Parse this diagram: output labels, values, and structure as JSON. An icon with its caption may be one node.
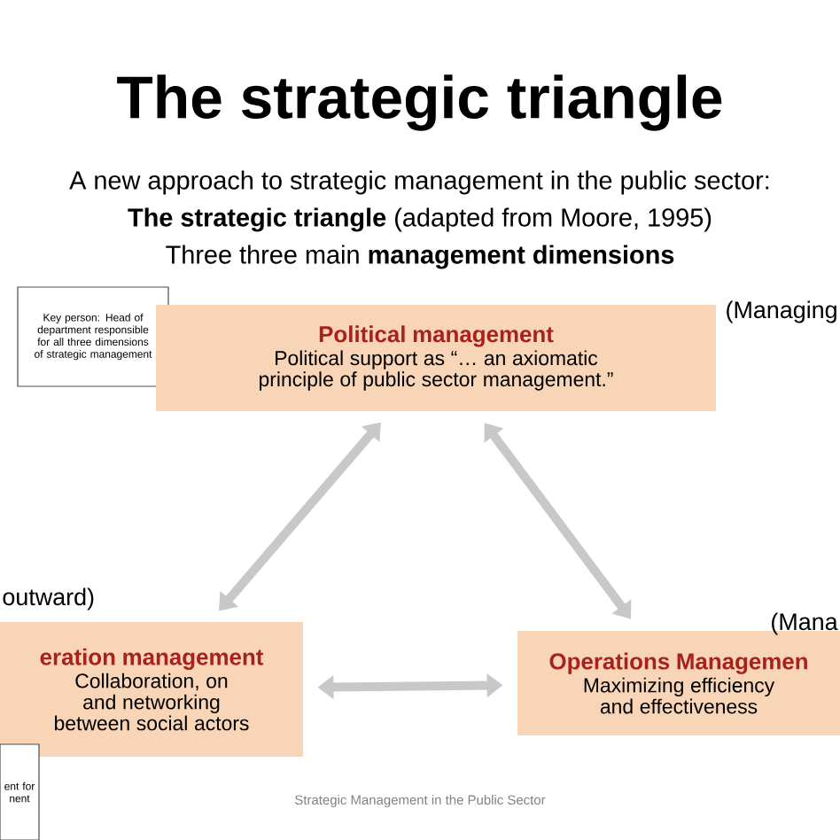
{
  "diagram": {
    "title": "The strategic triangle",
    "nodes": [
      {
        "text": [
          "Key person: Head of department responsible for all three dimensions of strategic management"
        ]
      },
      {
        "text": [
          "Political management",
          "Political support as “… an axiomatic principle of public sector management.”"
        ]
      },
      {
        "text": [
          "eration management",
          "Collaboration, on and networking between social actors"
        ]
      },
      {
        "text": [
          "Operations Managemen",
          "Maximizing efficiency and effectiveness"
        ]
      },
      {
        "text": [
          "ent for nent"
        ]
      }
    ],
    "edges": [
      {
        "from": 1,
        "to": 2,
        "arrow": "both"
      },
      {
        "from": 1,
        "to": 3,
        "arrow": "both"
      },
      {
        "from": 2,
        "to": 3,
        "arrow": "both"
      }
    ],
    "labels": [
      "A new approach to strategic management in the public sector:",
      "**The strategic triangle** (adapted from Moore, 1995)",
      "Three three main **management dimensions**",
      "(Managing",
      "outward)",
      "(Mana",
      "Strategic Management in the Public Sector"
    ]
  }
}
